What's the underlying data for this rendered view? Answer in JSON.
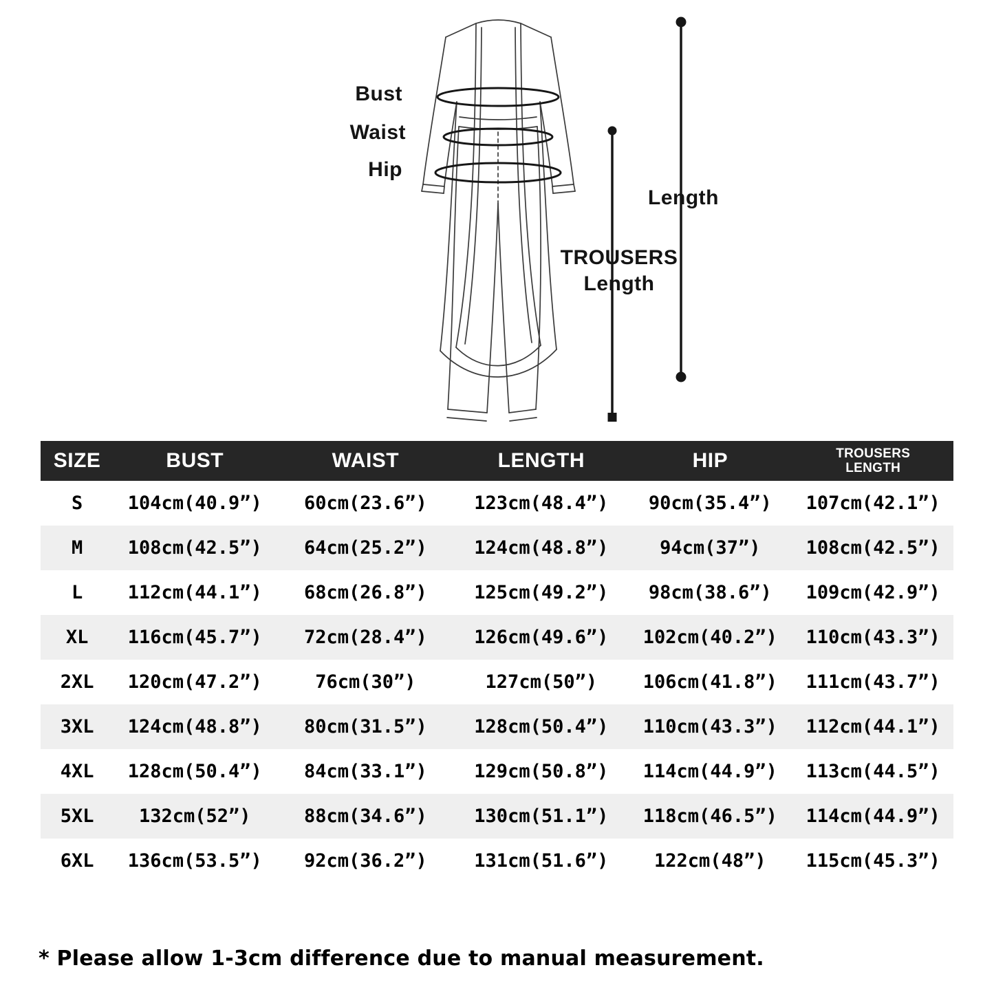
{
  "diagram": {
    "labels": {
      "bust": "Bust",
      "waist": "Waist",
      "hip": "Hip",
      "length": "Length",
      "trousers_length": "TROUSERS\nLength"
    }
  },
  "table": {
    "headers": [
      "SIZE",
      "BUST",
      "WAIST",
      "LENGTH",
      "HIP",
      "TROUSERS\nLENGTH"
    ],
    "rows": [
      [
        "S",
        "104cm(40.9”)",
        "60cm(23.6”)",
        "123cm(48.4”)",
        "90cm(35.4”)",
        "107cm(42.1”)"
      ],
      [
        "M",
        "108cm(42.5”)",
        "64cm(25.2”)",
        "124cm(48.8”)",
        "94cm(37”)",
        "108cm(42.5”)"
      ],
      [
        "L",
        "112cm(44.1”)",
        "68cm(26.8”)",
        "125cm(49.2”)",
        "98cm(38.6”)",
        "109cm(42.9”)"
      ],
      [
        "XL",
        "116cm(45.7”)",
        "72cm(28.4”)",
        "126cm(49.6”)",
        "102cm(40.2”)",
        "110cm(43.3”)"
      ],
      [
        "2XL",
        "120cm(47.2”)",
        "76cm(30”)",
        "127cm(50”)",
        "106cm(41.8”)",
        "111cm(43.7”)"
      ],
      [
        "3XL",
        "124cm(48.8”)",
        "80cm(31.5”)",
        "128cm(50.4”)",
        "110cm(43.3”)",
        "112cm(44.1”)"
      ],
      [
        "4XL",
        "128cm(50.4”)",
        "84cm(33.1”)",
        "129cm(50.8”)",
        "114cm(44.9”)",
        "113cm(44.5”)"
      ],
      [
        "5XL",
        "132cm(52”)",
        "88cm(34.6”)",
        "130cm(51.1”)",
        "118cm(46.5”)",
        "114cm(44.9”)"
      ],
      [
        "6XL",
        "136cm(53.5”)",
        "92cm(36.2”)",
        "131cm(51.6”)",
        "122cm(48”)",
        "115cm(45.3”)"
      ]
    ]
  },
  "footer": {
    "note": "* Please allow 1-3cm difference due to manual measurement."
  },
  "colors": {
    "header_bg": "#262626",
    "header_text": "#ffffff",
    "row_alt_bg": "#efefef",
    "text": "#000000"
  }
}
